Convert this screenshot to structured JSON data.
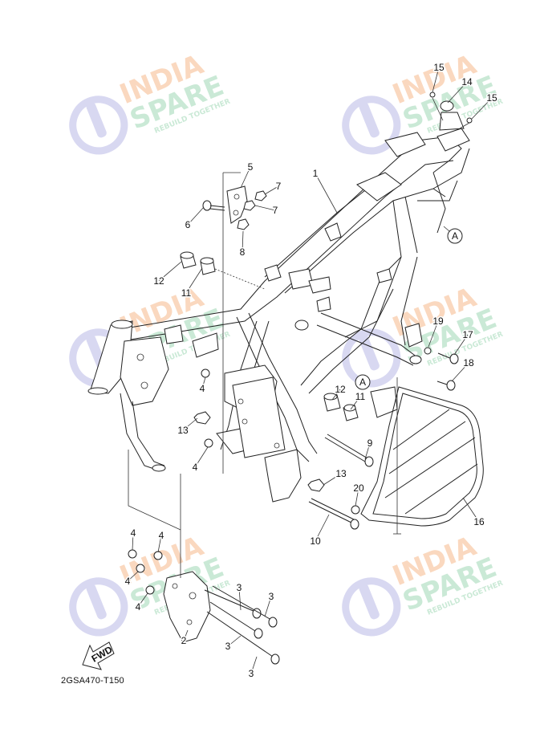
{
  "watermark": {
    "line1": "INDIA",
    "line2": "SPARE",
    "tagline": "REBUILD TOGETHER",
    "color_orange": "#f6b98a",
    "color_green": "#9fd8b4",
    "color_blue": "#b9b8e6"
  },
  "callouts": [
    {
      "id": "c15a",
      "text": "15"
    },
    {
      "id": "c14",
      "text": "14"
    },
    {
      "id": "c15b",
      "text": "15"
    },
    {
      "id": "c1",
      "text": "1"
    },
    {
      "id": "c5",
      "text": "5"
    },
    {
      "id": "c7a",
      "text": "7"
    },
    {
      "id": "c7b",
      "text": "7"
    },
    {
      "id": "c6",
      "text": "6"
    },
    {
      "id": "c8",
      "text": "8"
    },
    {
      "id": "cA1",
      "text": "A"
    },
    {
      "id": "c12a",
      "text": "12"
    },
    {
      "id": "c11a",
      "text": "11"
    },
    {
      "id": "c19",
      "text": "19"
    },
    {
      "id": "c17",
      "text": "17"
    },
    {
      "id": "c18",
      "text": "18"
    },
    {
      "id": "c4a",
      "text": "4"
    },
    {
      "id": "cA2",
      "text": "A"
    },
    {
      "id": "c12b",
      "text": "12"
    },
    {
      "id": "c11b",
      "text": "11"
    },
    {
      "id": "c13a",
      "text": "13"
    },
    {
      "id": "c4b",
      "text": "4"
    },
    {
      "id": "c9",
      "text": "9"
    },
    {
      "id": "c13b",
      "text": "13"
    },
    {
      "id": "c20",
      "text": "20"
    },
    {
      "id": "c16",
      "text": "16"
    },
    {
      "id": "c10",
      "text": "10"
    },
    {
      "id": "c4c",
      "text": "4"
    },
    {
      "id": "c4d",
      "text": "4"
    },
    {
      "id": "c4e",
      "text": "4"
    },
    {
      "id": "c4f",
      "text": "4"
    },
    {
      "id": "c3a",
      "text": "3"
    },
    {
      "id": "c3b",
      "text": "3"
    },
    {
      "id": "c3c",
      "text": "3"
    },
    {
      "id": "c3d",
      "text": "3"
    },
    {
      "id": "c2",
      "text": "2"
    }
  ],
  "fwd_label": "FWD",
  "part_code": "2GSA470-T150"
}
